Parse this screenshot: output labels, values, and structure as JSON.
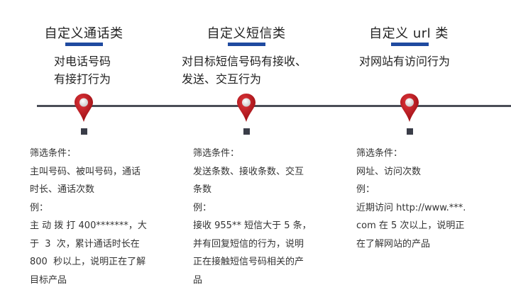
{
  "colors": {
    "accent_underline": "#1f4aa0",
    "timeline": "#4a4d57",
    "pin": "#c0151b",
    "marker": "#3a3d48"
  },
  "columns": [
    {
      "title": "自定义通话类",
      "subtitle": "对电话号码\n有接打行为",
      "icon": "map-pin-icon",
      "details": "筛选条件：\n主叫号码、被叫号码，通话\n时长、通话次数\n例：\n主 动 拨 打 400*******，大\n于  3  次，累计通话时长在\n800  秒以上，说明正在了解\n目标产品"
    },
    {
      "title": "自定义短信类",
      "subtitle": "对目标短信号码有接收、\n发送、交互行为",
      "icon": "map-pin-icon",
      "details": "筛选条件：\n发送条数、接收条数、交互\n条数\n例：\n接收 955** 短信大于 5 条，\n并有回复短信的行为，说明\n正在接触短信号码相关的产\n品"
    },
    {
      "title": "自定义 url 类",
      "subtitle": "对网站有访问行为",
      "icon": "map-pin-icon",
      "details": "筛选条件：\n网址、访问次数\n例：\n近期访问 http://www.***.\ncom 在 5 次以上，说明正\n在了解网站的产品"
    }
  ]
}
